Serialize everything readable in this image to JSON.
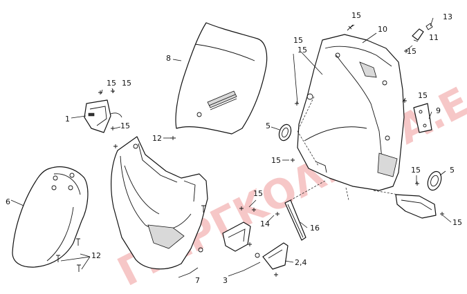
{
  "watermark": {
    "text": "ΓΙΩΡΓΚΟΛΙΑΣ A.E.",
    "color": "#f3b5b5"
  },
  "callouts": {
    "c1": "1",
    "c2_4": "2,4",
    "c3": "3",
    "c5a": "5",
    "c5b": "5",
    "c6": "6",
    "c7": "7",
    "c8": "8",
    "c9": "9",
    "c10": "10",
    "c11": "11",
    "c12a": "12",
    "c12b": "12",
    "c13": "13",
    "c14": "14",
    "c15a": "15",
    "c15b": "15",
    "c15c": "15",
    "c15d": "15",
    "c15e": "15",
    "c15f": "15",
    "c15g": "15",
    "c15h": "15",
    "c15i": "15",
    "c15j": "15",
    "c15k": "15",
    "c15l": "15",
    "c16": "16"
  }
}
